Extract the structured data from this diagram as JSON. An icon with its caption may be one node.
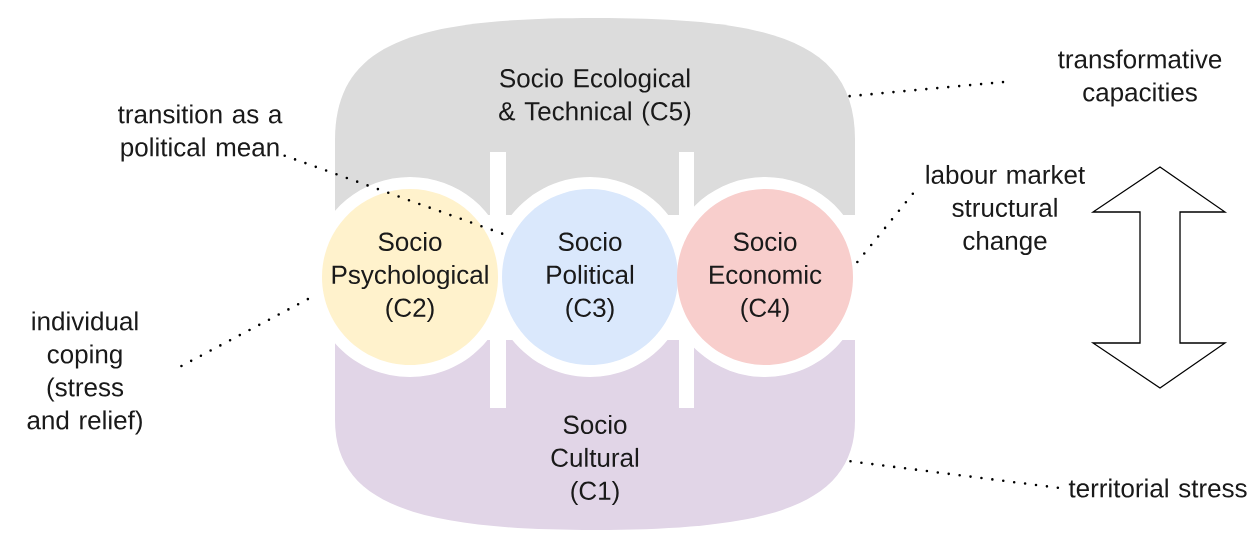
{
  "diagram": {
    "nodes": [
      {
        "text": [
          "Socio Ecological & Technical (C5)"
        ]
      },
      {
        "text": [
          "Socio Psychological (C2)"
        ]
      },
      {
        "text": [
          "Socio Political (C3)"
        ]
      },
      {
        "text": [
          "Socio Economic (C4)"
        ]
      },
      {
        "text": [
          "Socio Cultural (C1)"
        ]
      },
      {
        "text": [
          "transition as a political mean"
        ]
      },
      {
        "text": [
          "individual coping (stress and relief)"
        ]
      },
      {
        "text": [
          "labour market structural change"
        ]
      },
      {
        "text": [
          "transformative capacities"
        ]
      },
      {
        "text": [
          "territorial stress"
        ]
      }
    ],
    "edges": [
      {
        "from": 5,
        "to": 2,
        "arrow": "none"
      },
      {
        "from": 6,
        "to": 1,
        "arrow": "none"
      },
      {
        "from": 7,
        "to": 3,
        "arrow": "none"
      },
      {
        "from": 8,
        "to": 0,
        "arrow": "none"
      },
      {
        "from": 9,
        "to": 4,
        "arrow": "none"
      }
    ]
  }
}
